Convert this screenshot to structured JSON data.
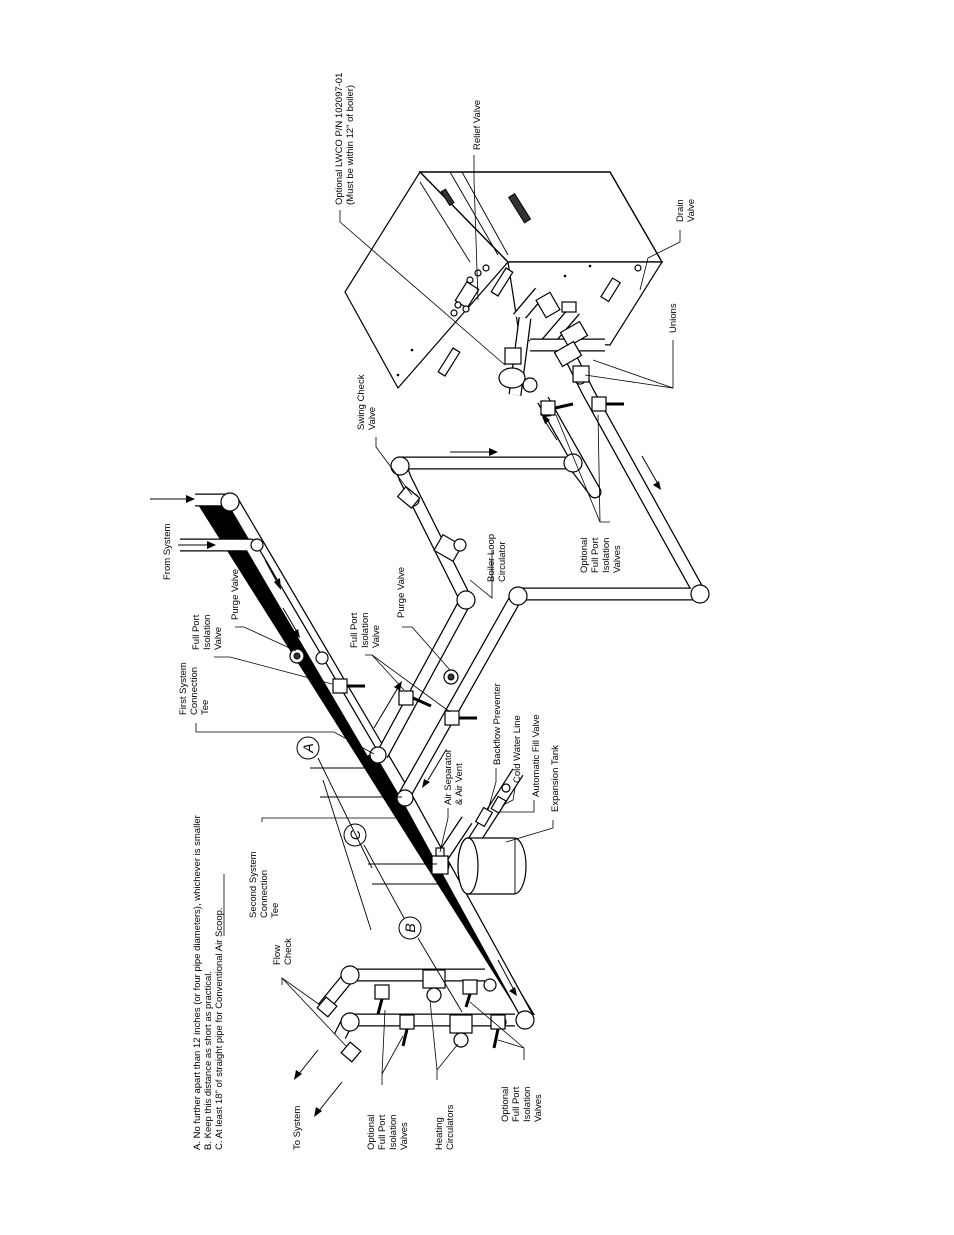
{
  "labels": {
    "from_system": "From System",
    "first_system_connection_tee": [
      "First System",
      "Connection",
      "Tee"
    ],
    "full_port_isolation_valve_top": [
      "Full Port",
      "Isolation",
      "Valve"
    ],
    "purge_valve_top": "Purge Valve",
    "full_port_isolation_valve_mid": [
      "Full Port",
      "Isolation",
      "Valve"
    ],
    "purge_valve_mid": "Purge Valve",
    "boiler_loop_circulator": [
      "Boiler Loop",
      "Circulator"
    ],
    "swing_check_valve": [
      "Swing Check",
      "Valve"
    ],
    "optional_lwco": [
      "Optional LWCO P/N 102097-01",
      "(Must be within 12\" of boiler)"
    ],
    "relief_valve": "Relief Valve",
    "drain_valve": [
      "Drain",
      "Valve"
    ],
    "unions": "Unions",
    "optional_isolation_valves_right": [
      "Optional",
      "Full Port",
      "Isolation",
      "Valves"
    ],
    "backflow_preventer": "Backflow Preventer",
    "cold_water_line": "Cold Water Line",
    "automatic_fill_valve": "Automatic Fill Valve",
    "expansion_tank": "Expansion Tank",
    "air_separator": [
      "Air Separator",
      "& Air Vent"
    ],
    "second_system_connection_tee": [
      "Second System",
      "Connection",
      "Tee"
    ],
    "flow_check": [
      "Flow",
      "Check"
    ],
    "to_system": "To System",
    "optional_isolation_valves_left": [
      "Optional",
      "Full Port",
      "Isolation",
      "Valves"
    ],
    "heating_circulators": [
      "Heating",
      "Circulators"
    ],
    "optional_isolation_valves_bottom": [
      "Optional",
      "Full Port",
      "Isolation",
      "Valves"
    ]
  },
  "dimension_markers": [
    "A",
    "C",
    "B"
  ],
  "notes": [
    "A. No further apart than 12 inches (or four pipe diameters), whichever is smaller",
    "B. Keep this distance as short as practical.",
    "C. At least 18\" of straight pipe for Conventional Air Scoop."
  ],
  "note_c_underlined": "Conventional",
  "colors": {
    "line": "#000000",
    "background": "#ffffff",
    "fill_dark": "#333333"
  }
}
